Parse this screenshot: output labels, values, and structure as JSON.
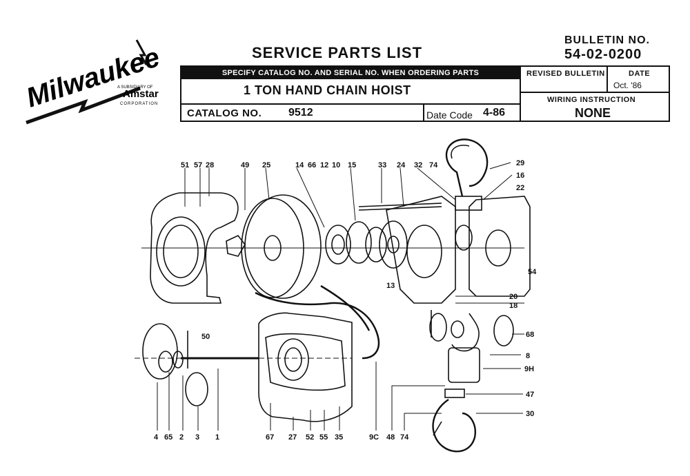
{
  "header": {
    "brand": "Milwaukee",
    "subsidiary_line1": "A SUBSIDIARY OF",
    "subsidiary_name": "Amstar",
    "subsidiary_line2": "CORPORATION",
    "title": "SERVICE PARTS LIST",
    "bulletin_label": "BULLETIN NO.",
    "bulletin_number": "54-02-0200",
    "specify_note": "SPECIFY CATALOG NO. AND SERIAL NO. WHEN ORDERING PARTS",
    "revised_bulletin_label": "REVISED BULLETIN",
    "date_label": "DATE",
    "date_value": "Oct. '86",
    "product_name": "1 TON HAND CHAIN HOIST",
    "wiring_label": "WIRING INSTRUCTION",
    "wiring_value": "NONE",
    "catalog_label": "CATALOG NO.",
    "catalog_value": "9512",
    "date_code_label": "Date Code",
    "date_code_value": "4-86"
  },
  "diagram": {
    "callouts_top": [
      "51",
      "57",
      "28",
      "49",
      "25",
      "14",
      "66",
      "12",
      "10",
      "15",
      "33",
      "24",
      "32",
      "74"
    ],
    "callouts_right": [
      "29",
      "16",
      "22",
      "54",
      "20",
      "18",
      "68",
      "8",
      "9H",
      "47",
      "30"
    ],
    "callouts_bottom": [
      "4",
      "65",
      "2",
      "3",
      "1",
      "67",
      "27",
      "52",
      "55",
      "35",
      "9C",
      "48",
      "74"
    ],
    "callouts_inner": [
      "50",
      "13"
    ]
  }
}
